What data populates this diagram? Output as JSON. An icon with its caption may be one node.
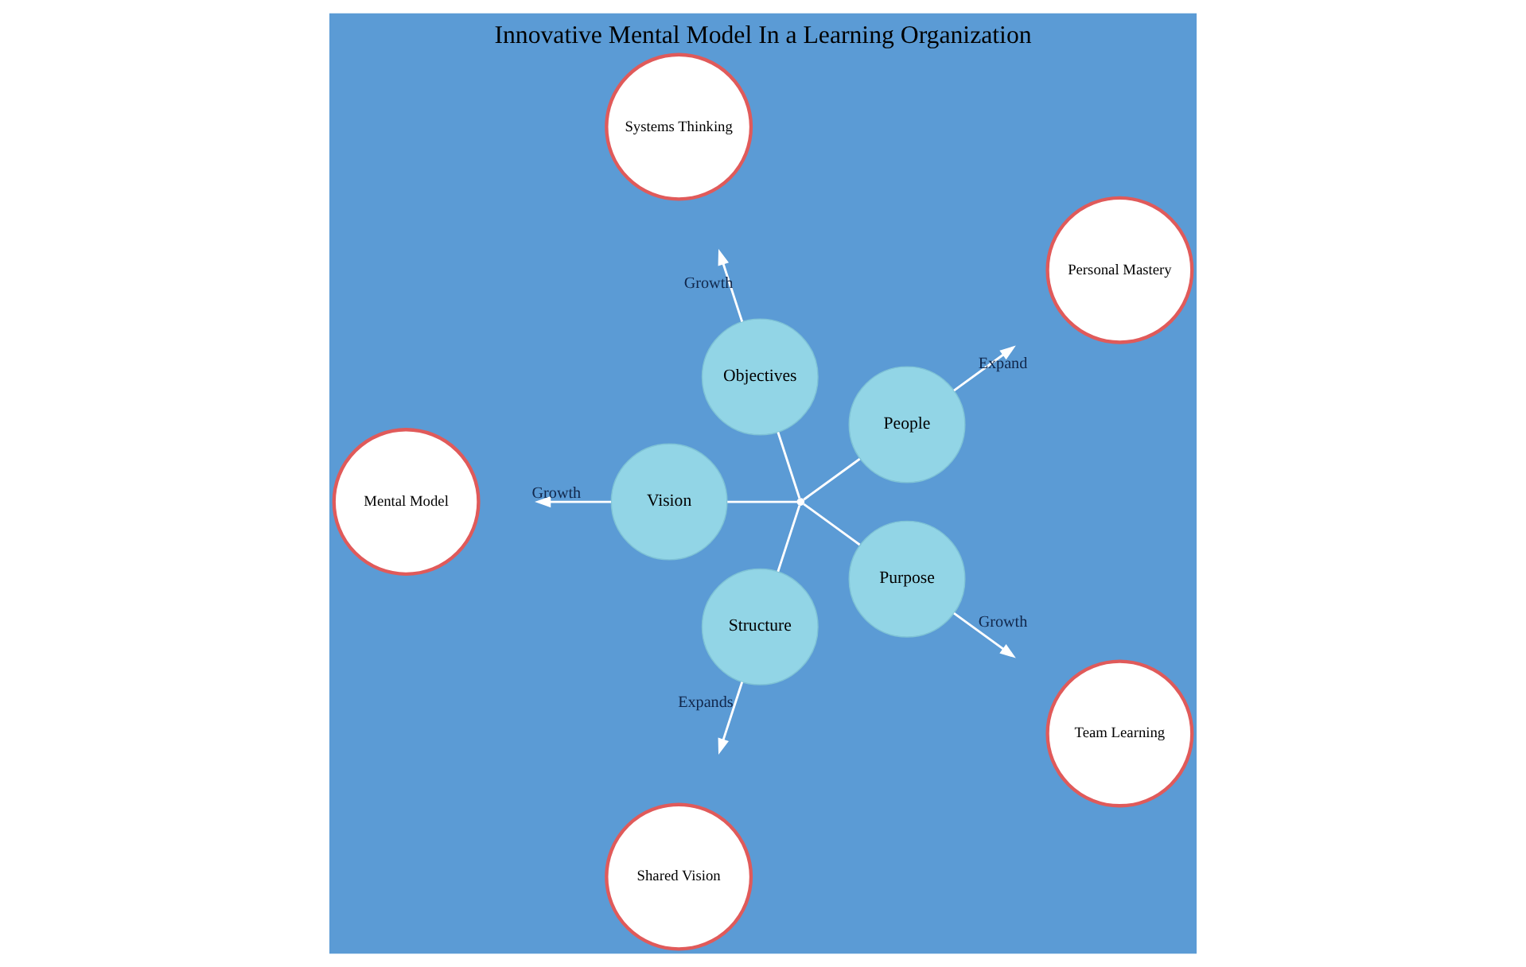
{
  "diagram": {
    "title": "Innovative Mental Model In a Learning Organization",
    "nodes": [
      {
        "text": [
          "Systems Thinking"
        ]
      },
      {
        "text": [
          "Personal Mastery"
        ]
      },
      {
        "text": [
          "Shared Vision"
        ]
      },
      {
        "text": [
          "People"
        ]
      },
      {
        "text": [
          "Objectives"
        ]
      },
      {
        "text": [],
        "shape": "point"
      },
      {
        "text": [
          "Vision"
        ]
      },
      {
        "text": [
          "Structure"
        ]
      },
      {
        "text": [
          "Purpose"
        ]
      },
      {
        "text": [
          "Mental Model"
        ]
      },
      {
        "text": [
          "Team Learning"
        ]
      }
    ],
    "edges": [
      {
        "from": 5,
        "to": 4,
        "arrow": "none"
      },
      {
        "from": 5,
        "to": 3,
        "arrow": "none"
      },
      {
        "from": 5,
        "to": 6,
        "arrow": "none"
      },
      {
        "from": 5,
        "to": 8,
        "arrow": "none"
      },
      {
        "from": 5,
        "to": 7,
        "arrow": "none"
      },
      {
        "from": 4,
        "to": null,
        "arrow": "to",
        "label": "Growth"
      },
      {
        "from": 3,
        "to": null,
        "arrow": "to",
        "label": "Expand"
      },
      {
        "from": 6,
        "to": null,
        "arrow": "to",
        "label": "Growth"
      },
      {
        "from": 8,
        "to": null,
        "arrow": "to",
        "label": "Growth"
      },
      {
        "from": 7,
        "to": null,
        "arrow": "to",
        "label": "Expands"
      }
    ]
  }
}
